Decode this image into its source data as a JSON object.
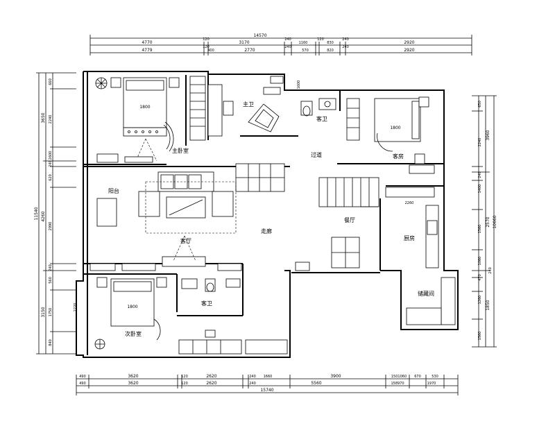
{
  "rooms": {
    "master_bedroom": "主卧室",
    "master_bath": "主卫",
    "guest_bath_top": "客卫",
    "guest_room": "客房",
    "hallway": "过道",
    "balcony": "阳台",
    "living_room": "客厅",
    "corridor": "走廊",
    "dining": "餐厅",
    "kitchen": "厨房",
    "second_bedroom": "次卧室",
    "guest_bath_bottom": "客卫",
    "storage": "储藏间"
  },
  "furniture": {
    "bed_master": "1800",
    "bed_guest": "1800",
    "bed_second": "1800"
  },
  "dims_top": {
    "total": "14570",
    "row1": [
      "4770",
      "120",
      "3170",
      "240",
      "1160",
      "120",
      "830",
      "240",
      "2920"
    ],
    "row2": [
      "4779",
      "120",
      "400",
      "2770",
      "240",
      "570",
      "820",
      "240",
      "2920"
    ]
  },
  "dims_bottom": {
    "row1": [
      "490",
      "3620",
      "120",
      "2620",
      "240",
      "1660",
      "3900",
      "1501060",
      "670",
      "530"
    ],
    "row2": [
      "490",
      "3620",
      "120",
      "2620",
      "240",
      "5560",
      "158970",
      "1970"
    ],
    "total": "15740"
  },
  "dims_left": {
    "outer": "11540",
    "mid": [
      "3650",
      "4260",
      "3150"
    ],
    "inner": [
      "660",
      "2240",
      "2600",
      "240",
      "620",
      "2990",
      "240",
      "560",
      "1750",
      "840"
    ]
  },
  "dims_right": {
    "outer": "10660",
    "mid": [
      "3960",
      "2570",
      "1850"
    ],
    "inner": [
      "650",
      "2240",
      "240",
      "1400",
      "1560",
      "1060",
      "240",
      "470",
      "1260",
      "1560"
    ]
  },
  "dims_inner": {
    "kitchen_width": "2260",
    "window_a": "1600",
    "window_b": "2220"
  }
}
